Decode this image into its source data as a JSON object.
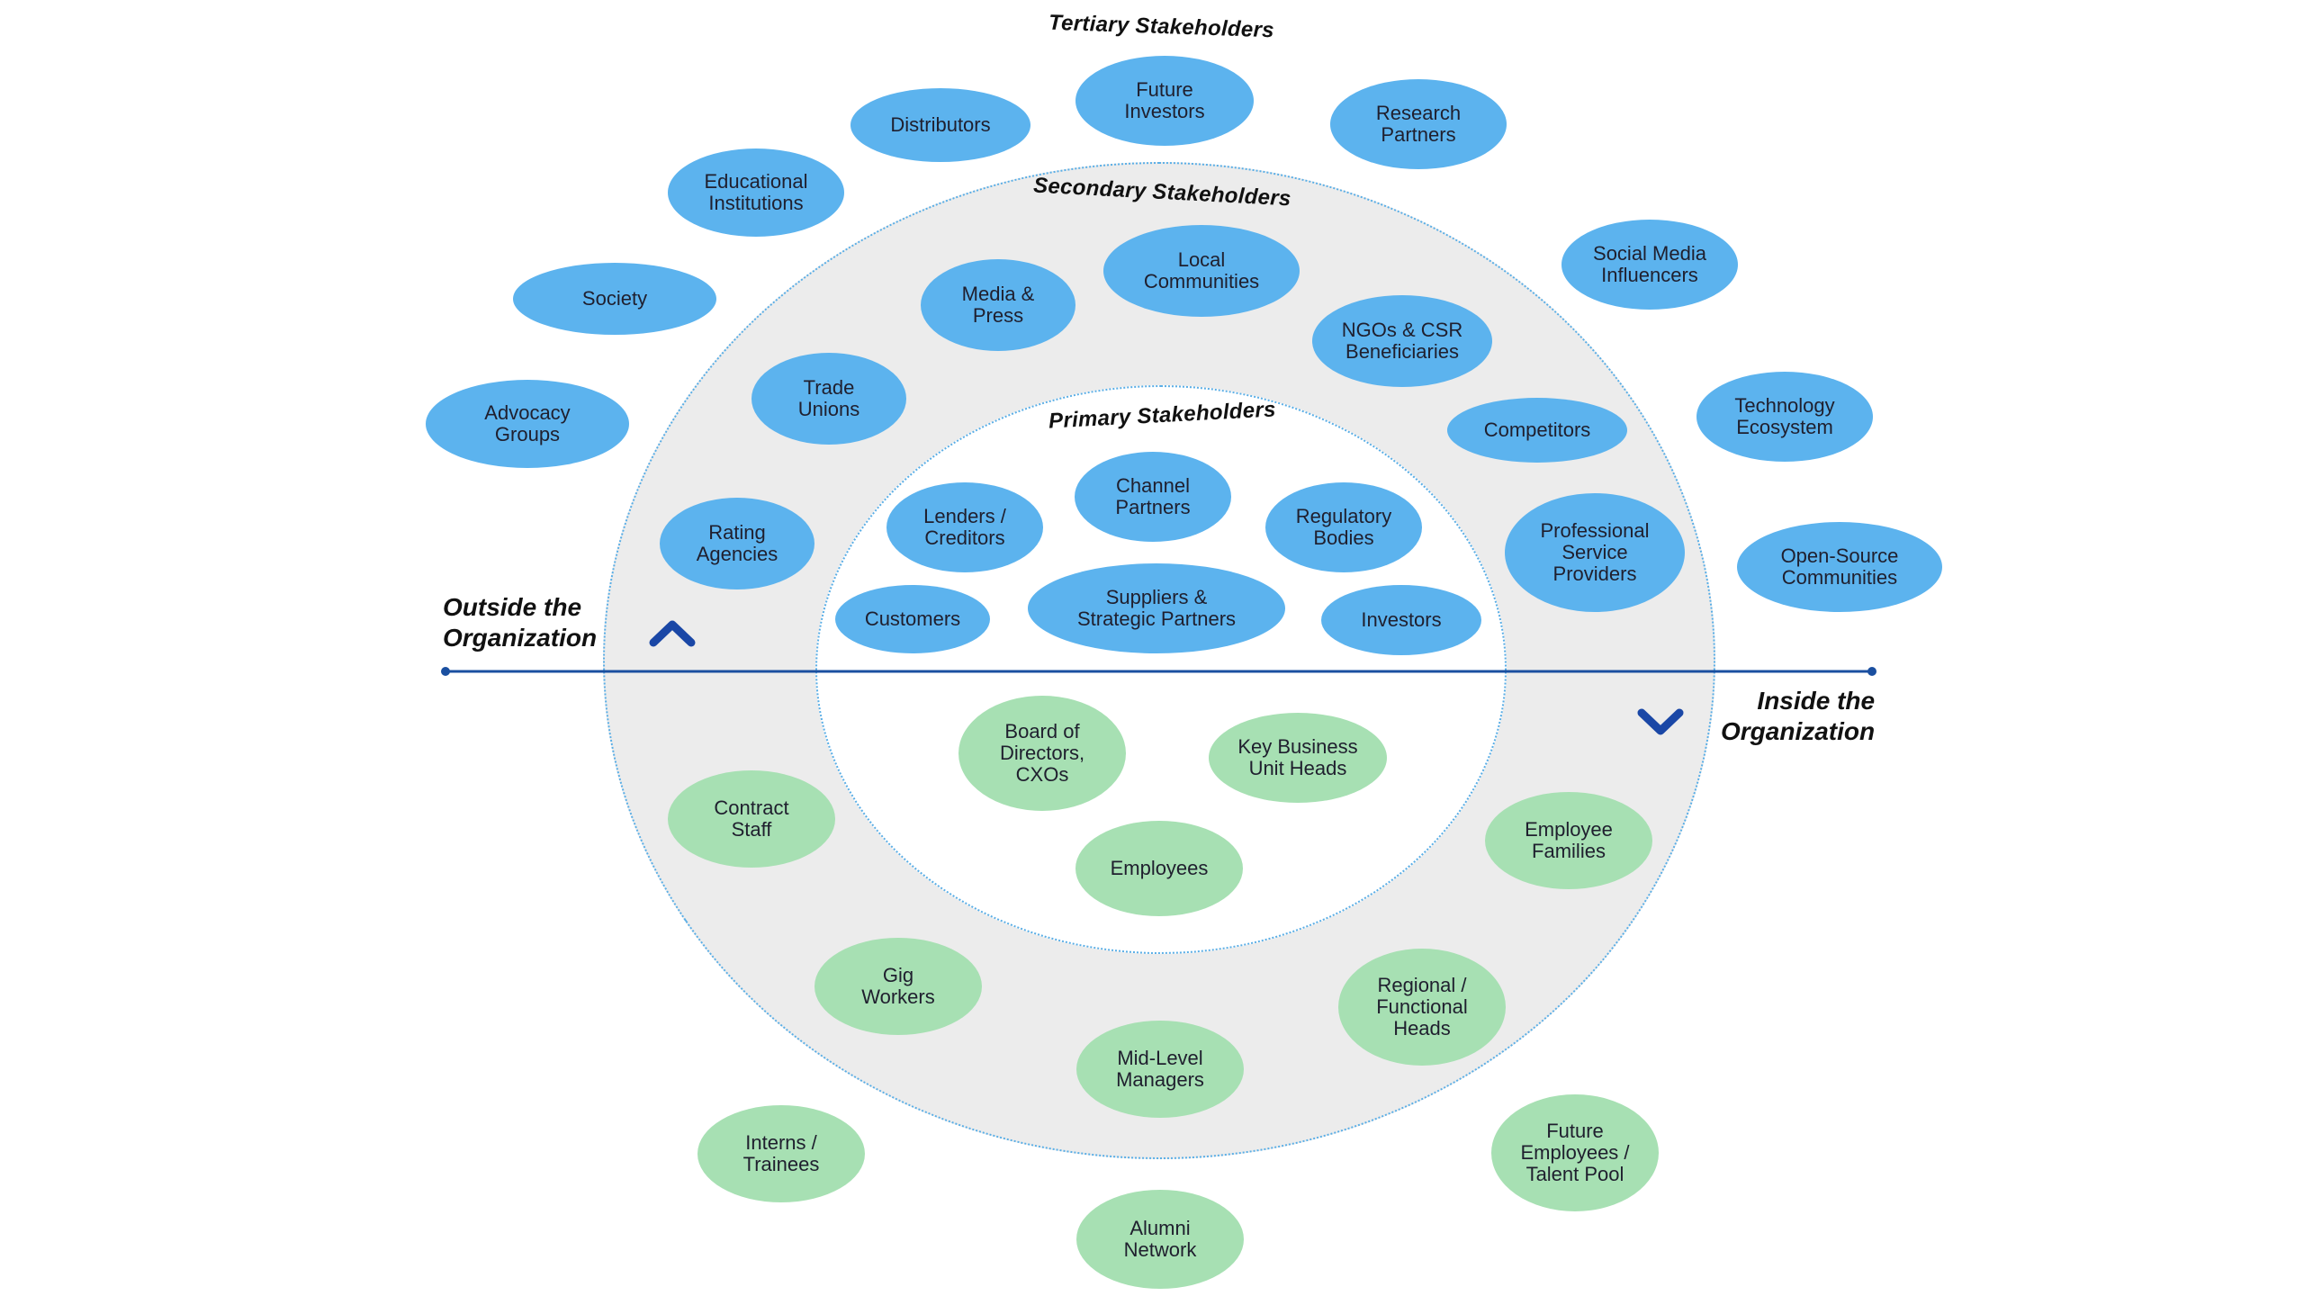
{
  "titles": {
    "tertiary": "Tertiary Stakeholders",
    "secondary": "Secondary Stakeholders",
    "primary": "Primary Stakeholders"
  },
  "labels": {
    "outside": "Outside the\nOrganization",
    "inside": "Inside the\nOrganization"
  },
  "colors": {
    "outside_node": "#5cb3ee",
    "inside_node": "#a7e0b3",
    "secondary_ring": "#ececec",
    "axis_line": "#1a4fa0",
    "chevron": "#1a47a6"
  },
  "icons": {
    "up": "chevron-up-icon",
    "down": "chevron-down-icon"
  },
  "stakeholders": {
    "tertiary_outside": [
      "Future\nInvestors",
      "Distributors",
      "Research\nPartners",
      "Educational\nInstitutions",
      "Society",
      "Advocacy\nGroups",
      "Social Media\nInfluencers",
      "Technology\nEcosystem",
      "Open-Source\nCommunities"
    ],
    "secondary_outside": [
      "Local\nCommunities",
      "Media &\nPress",
      "NGOs & CSR\nBeneficiaries",
      "Trade\nUnions",
      "Competitors",
      "Rating\nAgencies",
      "Professional\nService\nProviders"
    ],
    "primary_outside": [
      "Channel\nPartners",
      "Lenders /\nCreditors",
      "Regulatory\nBodies",
      "Suppliers &\nStrategic Partners",
      "Customers",
      "Investors"
    ],
    "primary_inside": [
      "Board of\nDirectors,\nCXOs",
      "Key Business\nUnit Heads",
      "Employees"
    ],
    "secondary_inside": [
      "Contract\nStaff",
      "Employee\nFamilies",
      "Gig\nWorkers",
      "Regional /\nFunctional\nHeads",
      "Mid-Level\nManagers"
    ],
    "tertiary_inside": [
      "Interns /\nTrainees",
      "Future\nEmployees /\nTalent Pool",
      "Alumni\nNetwork"
    ]
  }
}
